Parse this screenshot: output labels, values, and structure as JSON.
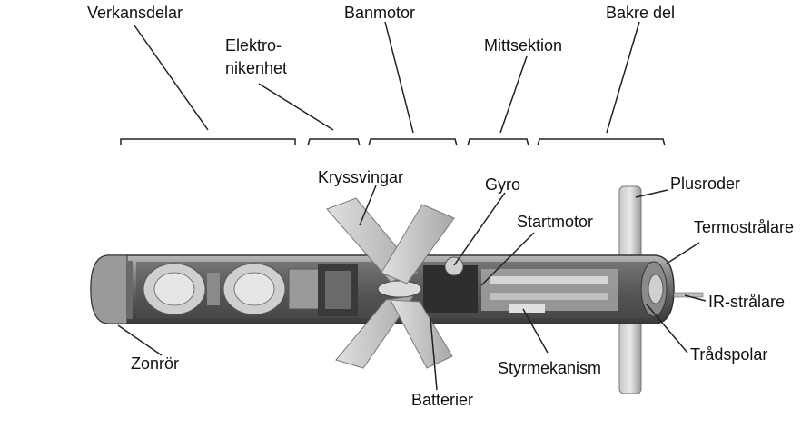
{
  "section_labels": {
    "verkansdelar": "Verkansdelar",
    "elektronikenhet_line1": "Elektro-",
    "elektronikenhet_line2": "nikenhet",
    "banmotor": "Banmotor",
    "mittsektion": "Mittsektion",
    "bakre_del": "Bakre del"
  },
  "component_labels": {
    "kryssvingar": "Kryssvingar",
    "gyro": "Gyro",
    "startmotor": "Startmotor",
    "plusroder": "Plusroder",
    "termostralare": "Termostrålare",
    "ir_stralare": "IR-strålare",
    "tradspolar": "Trådspolar",
    "styrmekanism": "Styrmekanism",
    "batterier": "Batterier",
    "zonror": "Zonrör"
  }
}
